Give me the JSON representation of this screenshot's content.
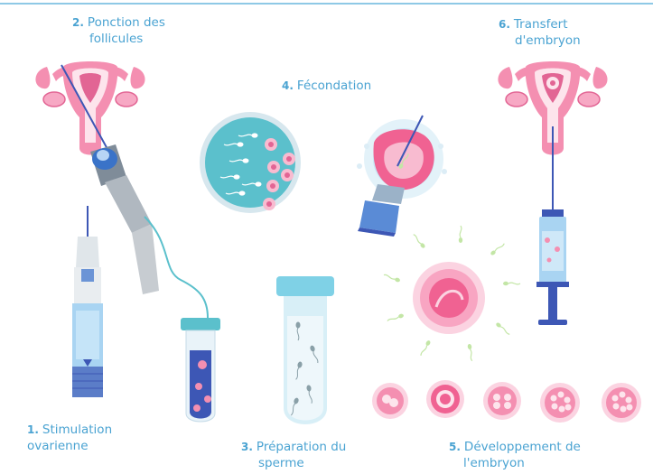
{
  "steps": [
    {
      "number": "1.",
      "line1": "Stimulation",
      "line2": "ovarienne"
    },
    {
      "number": "2.",
      "line1": "Ponction des",
      "line2": "follicules"
    },
    {
      "number": "3.",
      "line1": "Préparation du",
      "line2": "sperme"
    },
    {
      "number": "4.",
      "line1": "Fécondation",
      "line2": ""
    },
    {
      "number": "5.",
      "line1": "Développement de",
      "line2": "l'embryon"
    },
    {
      "number": "6.",
      "line1": "Transfert",
      "line2": "d'embryon"
    }
  ],
  "colors": {
    "label_blue": "#4aa3d2",
    "uterus_pink": "#f48fb1",
    "uterus_dark": "#e26594",
    "teal": "#5bc0cc",
    "light_blue": "#bfe6f5",
    "navy": "#3d57b5",
    "grey": "#9e9e9e"
  },
  "icons": [
    "uterus-icon",
    "ultrasound-probe-icon",
    "injection-pen-icon",
    "collection-tube-icon",
    "petri-dish-icon",
    "icsi-egg-icon",
    "sperm-tube-icon",
    "egg-with-sperm-icon",
    "embryo-stages-icon",
    "syringe-icon"
  ]
}
